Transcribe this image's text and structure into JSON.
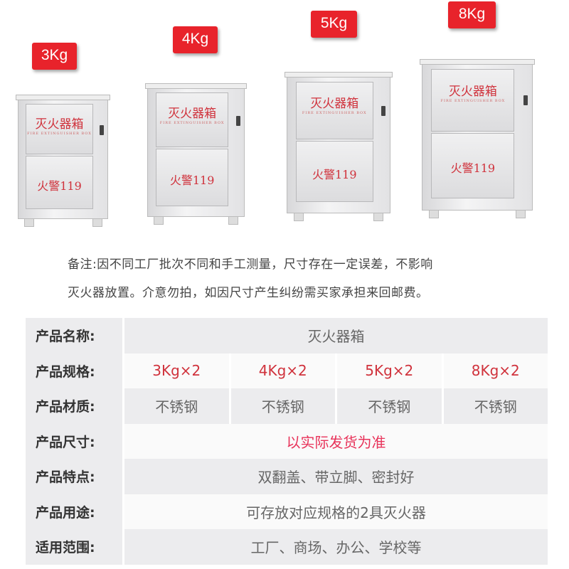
{
  "products": [
    {
      "size": "3Kg",
      "door_title": "灭火器箱",
      "door_subtitle": "FIRE EXTINGUISHER BOX",
      "door_alarm": "火警119"
    },
    {
      "size": "4Kg",
      "door_title": "灭火器箱",
      "door_subtitle": "FIRE EXTINGUISHER BOX",
      "door_alarm": "火警119"
    },
    {
      "size": "5Kg",
      "door_title": "灭火器箱",
      "door_subtitle": "FIRE EXTINGUISHER BOX",
      "door_alarm": "火警119"
    },
    {
      "size": "8Kg",
      "door_title": "灭火器箱",
      "door_subtitle": "FIRE EXTINGUISHER BOX",
      "door_alarm": "火警119"
    }
  ],
  "note": {
    "line1": "备注:因不同工厂批次不同和手工测量，尺寸存在一定误差，不影响",
    "line2": "灭火器放置。介意勿拍，如因尺寸产生纠纷需买家承担来回邮费。"
  },
  "specs": {
    "name": {
      "label": "产品名称:",
      "value": "灭火器箱"
    },
    "spec": {
      "label": "产品规格:",
      "values": [
        "3Kg×2",
        "4Kg×2",
        "5Kg×2",
        "8Kg×2"
      ]
    },
    "material": {
      "label": "产品材质:",
      "values": [
        "不锈钢",
        "不锈钢",
        "不锈钢",
        "不锈钢"
      ]
    },
    "dimension": {
      "label": "产品尺寸:",
      "value": "以实际发货为准"
    },
    "features": {
      "label": "产品特点:",
      "value": "双翻盖、带立脚、密封好"
    },
    "usage": {
      "label": "产品用途:",
      "value": "可存放对应规格的2具灭火器"
    },
    "scope": {
      "label": "适用范围:",
      "value": "工厂、商场、办公、学校等"
    }
  },
  "colors": {
    "accent": "#e8232b",
    "table_bg": "#ececee"
  }
}
